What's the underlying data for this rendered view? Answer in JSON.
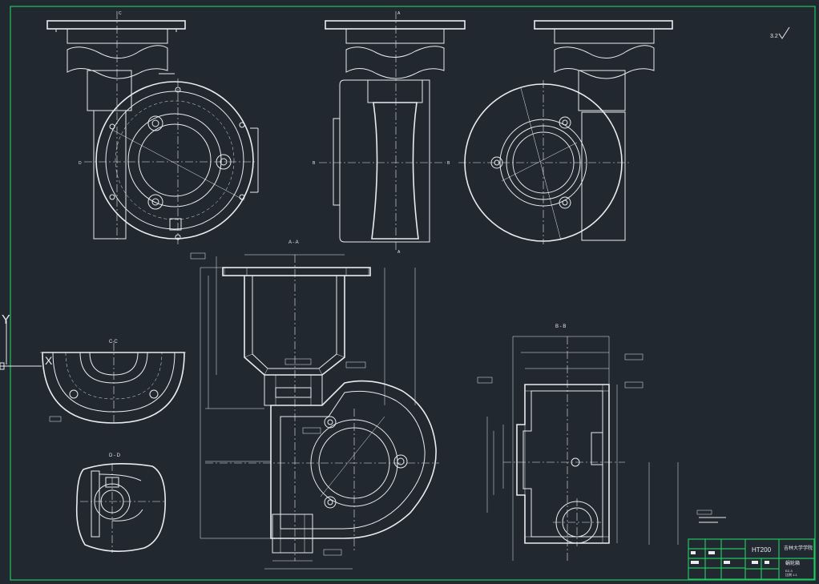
{
  "sections": {
    "aa": "A - A",
    "bb": "B - B",
    "cc": "C-C",
    "dd": "D - D"
  },
  "view_letters": {
    "top_c": "C",
    "top_a": "A",
    "bottom_a": "A",
    "left_d": "D",
    "left_b": "B",
    "right_b": "B"
  },
  "ucs": {
    "y": "Y",
    "x": "X"
  },
  "roughness": {
    "value": "3.2"
  },
  "title_block": {
    "material": "HT200",
    "school": "吉林大学学院",
    "part_name": "蜗轮箱",
    "sub1": "EZ-3",
    "sub2": "比例 1:1"
  },
  "colors": {
    "background": "#212830",
    "lines": "#e9ecef",
    "frame": "#22c55e"
  }
}
